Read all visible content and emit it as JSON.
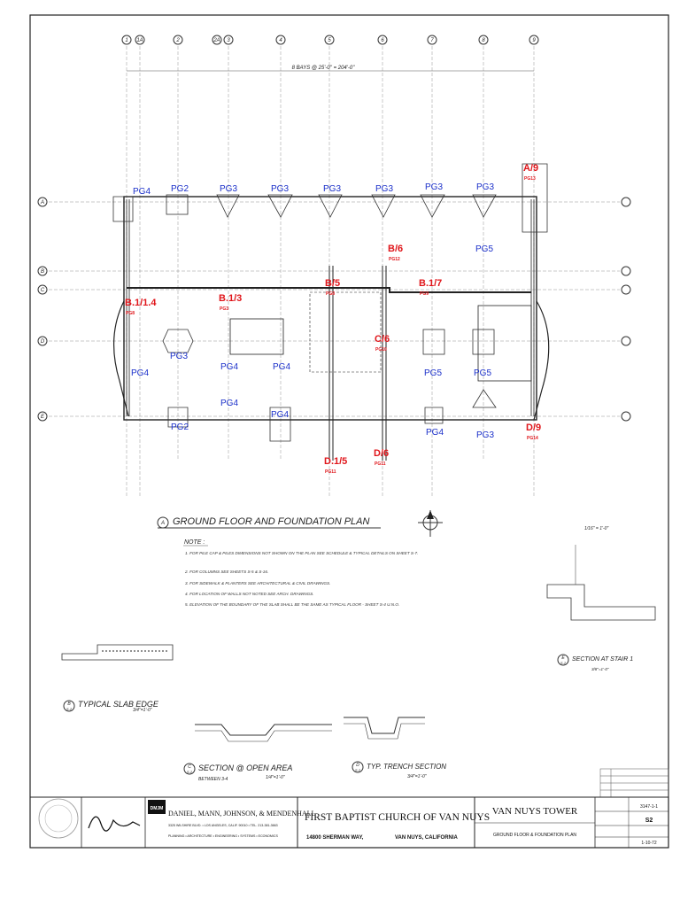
{
  "plan": {
    "overall_dim": "8 BAYS @ 25'-0\" = 204'-0\"",
    "grid_columns": [
      "1",
      "1A",
      "2",
      "2A",
      "3",
      "4",
      "5",
      "6",
      "7",
      "8",
      "9"
    ],
    "grid_rows": [
      "A",
      "B",
      "C",
      "D",
      "E"
    ],
    "pile_caps_blue": [
      {
        "id": "pg4-a",
        "text": "PG4"
      },
      {
        "id": "pg2-a",
        "text": "PG2"
      },
      {
        "id": "pg3-a",
        "text": "PG3"
      },
      {
        "id": "pg3-b",
        "text": "PG3"
      },
      {
        "id": "pg3-c",
        "text": "PG3"
      },
      {
        "id": "pg3-d",
        "text": "PG3"
      },
      {
        "id": "pg3-e",
        "text": "PG3"
      },
      {
        "id": "pg3-f",
        "text": "PG3"
      },
      {
        "id": "pg5-a",
        "text": "PG5"
      },
      {
        "id": "pg3-g",
        "text": "PG3"
      },
      {
        "id": "pg4-b",
        "text": "PG4"
      },
      {
        "id": "pg4-c",
        "text": "PG4"
      },
      {
        "id": "pg4-d",
        "text": "PG4"
      },
      {
        "id": "pg5-b",
        "text": "PG5"
      },
      {
        "id": "pg5-c",
        "text": "PG5"
      },
      {
        "id": "pg4-e",
        "text": "PG4"
      },
      {
        "id": "pg4-f",
        "text": "PG4"
      },
      {
        "id": "pg2-b",
        "text": "PG2"
      },
      {
        "id": "pg4-g",
        "text": "PG4"
      },
      {
        "id": "pg3-h",
        "text": "PG3"
      }
    ],
    "markers_red": [
      {
        "id": "a9",
        "text": "A/9",
        "sub": "PG13"
      },
      {
        "id": "b6",
        "text": "B/6",
        "sub": "PG12"
      },
      {
        "id": "b5",
        "text": "B/5",
        "sub": "PG8"
      },
      {
        "id": "b17",
        "text": "B.1/7",
        "sub": "PG9"
      },
      {
        "id": "b13",
        "text": "B.1/3",
        "sub": "PG3"
      },
      {
        "id": "b114",
        "text": "B.1/1.4",
        "sub": "PG8"
      },
      {
        "id": "c6",
        "text": "C/6",
        "sub": "PG10"
      },
      {
        "id": "d9",
        "text": "D/9",
        "sub": "PG14"
      },
      {
        "id": "d6",
        "text": "D/6",
        "sub": "PG11"
      },
      {
        "id": "d15",
        "text": "D.1/5",
        "sub": "PG11"
      }
    ],
    "title": "GROUND FLOOR AND FOUNDATION PLAN",
    "title_ref": "A",
    "scale": "1/16\" = 1'-0\"",
    "note_heading": "NOTE :",
    "notes": [
      "1. FOR PILE CAP & PILES DIMENSIONS NOT SHOWN ON THE PLAN SEE SCHEDULE & TYPICAL DETAILS ON SHEET S-7.",
      "2. FOR COLUMNS SEE SHEETS S-5 & S-16.",
      "3. FOR SIDEWALK & PLANTERS SEE ARCHITECTURAL & CIVIL DRAWINGS.",
      "4. FOR LOCATION OF WALLS NOT NOTED SEE ARCH. DRAWINGS.",
      "5. ELEVATION OF THE BOUNDARY OF THE SLAB SHALL BE THE SAME AS TYPICAL FLOOR - SHEET S-4 U.N.O."
    ]
  },
  "details": {
    "slab_edge": {
      "ref": "B",
      "sheet": "S-2",
      "title": "TYPICAL SLAB EDGE",
      "scale": "3/4\"=1'-0\""
    },
    "open_area": {
      "ref": "C",
      "sheet": "S-2",
      "title": "SECTION @ OPEN AREA",
      "sub": "BETWEEN 3-4",
      "scale": "1/4\"=1'-0\""
    },
    "trench": {
      "ref": "D",
      "sheet": "S-2",
      "title": "TYP. TRENCH SECTION",
      "scale": "3/4\"=1'-0\""
    },
    "stair": {
      "ref": "E",
      "sheet": "S-2",
      "title": "SECTION AT STAIR 1",
      "scale": "3/8\"=1'-0\""
    }
  },
  "titleblock": {
    "firm_logo": "DMJM",
    "firm_name": "DANIEL, MANN, JOHNSON, & MENDENHALL",
    "firm_address": "3325 WILSHIRE BLVD. • LOS ANGELES, CALIF. 90010 • TEL. 213-381-3663",
    "firm_services": "PLANNING • ARCHITECTURE • ENGINEERING • SYSTEMS • ECONOMICS",
    "client": "FIRST BAPTIST CHURCH OF VAN NUYS",
    "client_address": "14800 SHERMAN WAY,",
    "client_city": "VAN NUYS, CALIFORNIA",
    "project": "VAN NUYS TOWER",
    "sheet_title": "GROUND FLOOR & FOUNDATION PLAN",
    "job_no": "3147-1-1",
    "sheet_no": "S2",
    "date": "1-10-72"
  }
}
